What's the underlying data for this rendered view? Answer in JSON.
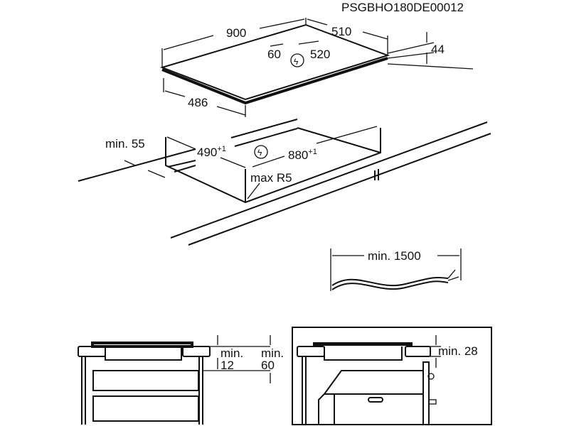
{
  "code": "PSGBHO180DE00012",
  "hob": {
    "width": "900",
    "depth": "510",
    "inner_offset": "60",
    "inner_depth": "520",
    "height": "44",
    "depth_side": "486"
  },
  "cutout": {
    "edge_distance": "min. 55",
    "depth": "490",
    "depth_tol": "+1",
    "width": "880",
    "width_tol": "+1",
    "radius": "max R5"
  },
  "cable": {
    "length": "min. 1500"
  },
  "section_drawers": {
    "label1": "min.",
    "value1": "12",
    "label2": "min.",
    "value2": "60"
  },
  "section_oven": {
    "label": "min. 28"
  },
  "icons": [
    "electrical-connection-icon"
  ]
}
